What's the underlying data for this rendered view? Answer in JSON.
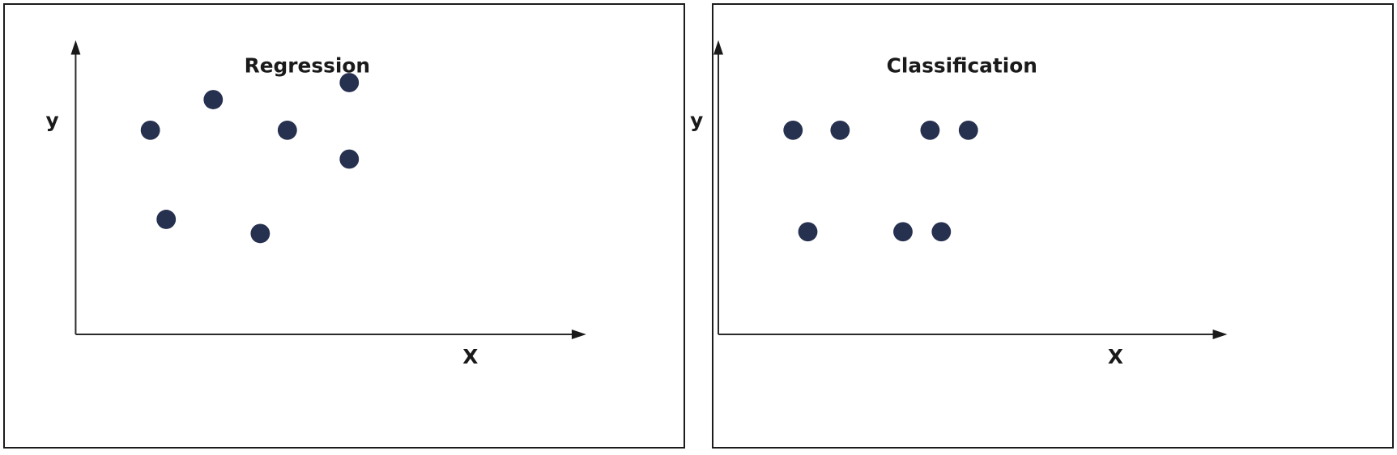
{
  "colors": {
    "point": "#26304f",
    "axis": "#2a2a2a",
    "border": "#1c1c1c"
  },
  "chart_data": [
    {
      "type": "scatter",
      "title": "Regression",
      "xlabel": "X",
      "ylabel": "y",
      "grid": false,
      "xlim": [
        0,
        100
      ],
      "ylim": [
        0,
        100
      ],
      "x": [
        14.6,
        17.7,
        26.9,
        36.1,
        41.4,
        53.5,
        53.5
      ],
      "y": [
        69.4,
        39.1,
        79.8,
        34.3,
        69.4,
        59.6,
        85.6
      ]
    },
    {
      "type": "scatter",
      "title": "Classification",
      "xlabel": "X",
      "ylabel": "y",
      "grid": false,
      "xlim": [
        0,
        100
      ],
      "ylim": [
        0,
        100
      ],
      "x": [
        14.6,
        17.5,
        23.8,
        36.1,
        41.4,
        43.6,
        48.9
      ],
      "y": [
        69.4,
        34.9,
        69.4,
        34.9,
        69.4,
        34.9,
        69.4
      ]
    }
  ]
}
